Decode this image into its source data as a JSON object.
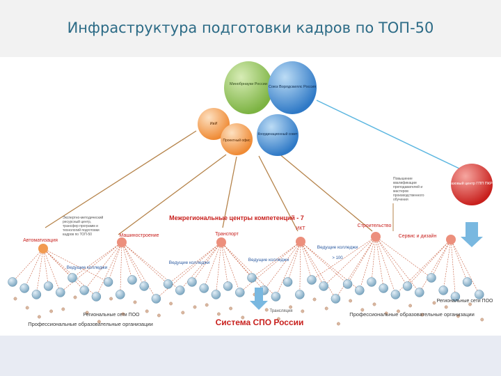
{
  "title": "Инфраструктура подготовки кадров по ТОП-50",
  "circles": {
    "minobr": "Минобрнауки России",
    "union": "Союз Ворлдскиллс Россия",
    "ivi": "ИвИ",
    "project_office": "Проектный офис",
    "council": "Координационный совет",
    "base_center": "Базовый центр ГПП ПКРС"
  },
  "labels": {
    "interregional": "Межрегиональные центры компетенций - 7",
    "ikt": "ИКТ",
    "automation": "Автоматизация",
    "machine": "Машиностроение",
    "transport": "Транспорт",
    "construction": "Строительство",
    "service": "Сервис и дизайн",
    "expert": "Экспертно-методический ресурсный центр, трансфер программ и технологий подготовки кадров по ТОП-50",
    "qualification": "Повышение квалификации преподавателей и мастеров производственного обучения",
    "leading1": "Ведущие колледжи",
    "leading2": "Ведущие колледжи",
    "leading3": "Ведущие колледжи",
    "leading4": "Ведущие колледжи",
    "count": "> 100",
    "regional_left": "Региональные сети ПОО",
    "regional_right": "Региональные сети ПОО",
    "prof_left": "Профессиональные образовательные организации",
    "prof_right": "Профессиональные образовательные организации",
    "translation": "Трансляция",
    "spo_system": "Система СПО России"
  },
  "colors": {
    "green": "#8cbf52",
    "blue": "#3b7fc4",
    "orange": "#f19a50",
    "red": "#d2302c",
    "arrow_blue": "#79b8e0",
    "line_brown": "#b5834a",
    "line_cyan": "#5bb6e0",
    "label_red": "#c8201d",
    "node": "#8fb3c9"
  }
}
